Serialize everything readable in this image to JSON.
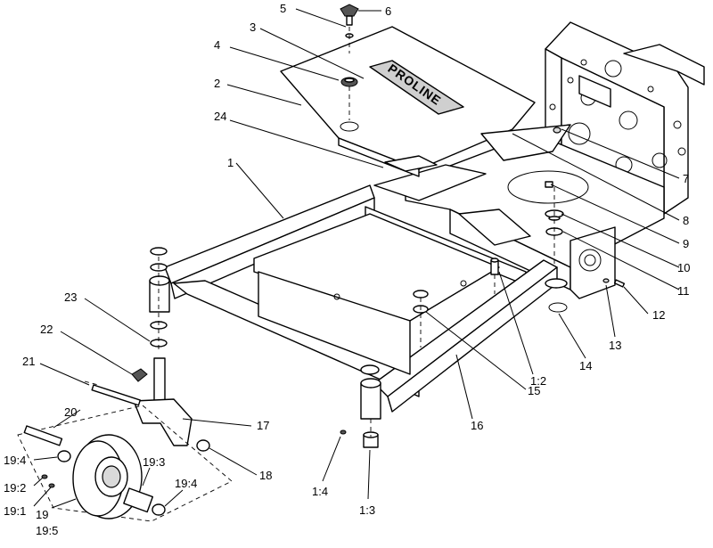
{
  "diagram": {
    "brand_text": "PROLINE",
    "callouts": [
      {
        "id": "c1",
        "label": "1"
      },
      {
        "id": "c2",
        "label": "2"
      },
      {
        "id": "c3",
        "label": "3"
      },
      {
        "id": "c4",
        "label": "4"
      },
      {
        "id": "c5",
        "label": "5"
      },
      {
        "id": "c6",
        "label": "6"
      },
      {
        "id": "c7",
        "label": "7"
      },
      {
        "id": "c8",
        "label": "8"
      },
      {
        "id": "c9",
        "label": "9"
      },
      {
        "id": "c10",
        "label": "10"
      },
      {
        "id": "c11",
        "label": "11"
      },
      {
        "id": "c12",
        "label": "12"
      },
      {
        "id": "c13",
        "label": "13"
      },
      {
        "id": "c14",
        "label": "14"
      },
      {
        "id": "c15",
        "label": "15"
      },
      {
        "id": "c16",
        "label": "16"
      },
      {
        "id": "c17",
        "label": "17"
      },
      {
        "id": "c18",
        "label": "18"
      },
      {
        "id": "c19",
        "label": "19"
      },
      {
        "id": "c19_5",
        "label": "19:5"
      },
      {
        "id": "c19_1",
        "label": "19:1"
      },
      {
        "id": "c19_2",
        "label": "19:2"
      },
      {
        "id": "c19_4a",
        "label": "19:4"
      },
      {
        "id": "c19_3",
        "label": "19:3"
      },
      {
        "id": "c19_4b",
        "label": "19:4"
      },
      {
        "id": "c20",
        "label": "20"
      },
      {
        "id": "c21",
        "label": "21"
      },
      {
        "id": "c22",
        "label": "22"
      },
      {
        "id": "c23",
        "label": "23"
      },
      {
        "id": "c24",
        "label": "24"
      },
      {
        "id": "c1_2",
        "label": "1:2"
      },
      {
        "id": "c1_3",
        "label": "1:3"
      },
      {
        "id": "c1_4",
        "label": "1:4"
      }
    ]
  }
}
